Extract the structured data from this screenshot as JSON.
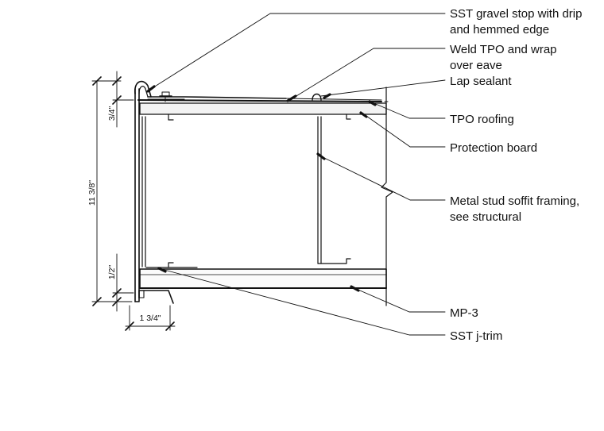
{
  "callouts": [
    {
      "id": "gravel-stop",
      "lines": [
        "SST gravel stop with drip",
        "and hemmed edge"
      ]
    },
    {
      "id": "weld-tpo",
      "lines": [
        "Weld TPO and wrap",
        "over eave"
      ]
    },
    {
      "id": "lap-sealant",
      "lines": [
        "Lap sealant"
      ]
    },
    {
      "id": "tpo-roofing",
      "lines": [
        "TPO roofing"
      ]
    },
    {
      "id": "protection-board",
      "lines": [
        "Protection board"
      ]
    },
    {
      "id": "stud-framing",
      "lines": [
        "Metal stud soffit framing,",
        "see structural"
      ]
    },
    {
      "id": "mp3",
      "lines": [
        "MP-3"
      ]
    },
    {
      "id": "j-trim",
      "lines": [
        "SST j-trim"
      ]
    }
  ],
  "dimensions": {
    "overall_height": "11 3/8\"",
    "top_offset": "3/4\"",
    "bottom_offset": "1/2\"",
    "width": "1 3/4\""
  }
}
